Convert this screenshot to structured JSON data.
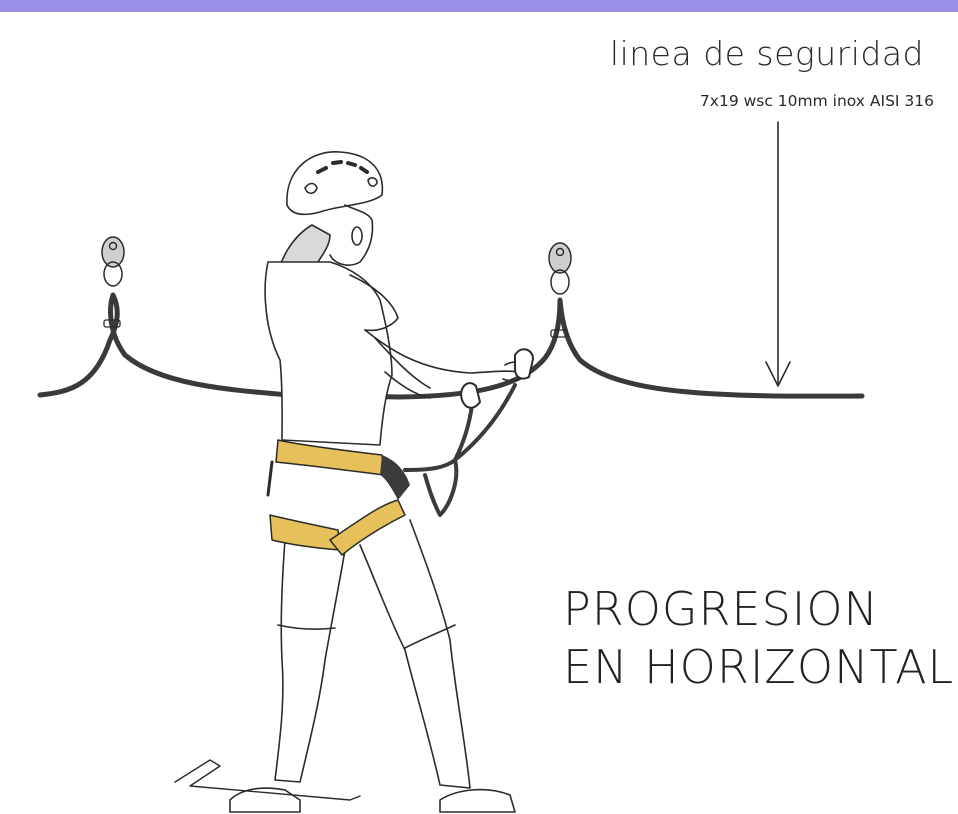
{
  "labels": {
    "safety_line": "linea de seguridad",
    "cable_spec": "7x19 wsc 10mm inox AISI 316"
  },
  "heading": {
    "line1": "PROGRESION",
    "line2": "EN HORIZONTAL"
  },
  "colors": {
    "top_bar": "#9a8fe6",
    "cable": "#3a3a3a",
    "harness_yellow": "#e6c05a",
    "harness_dark": "#3b3b3b",
    "outline": "#2b2b2b",
    "anchor_fill": "#cfcfcf"
  }
}
